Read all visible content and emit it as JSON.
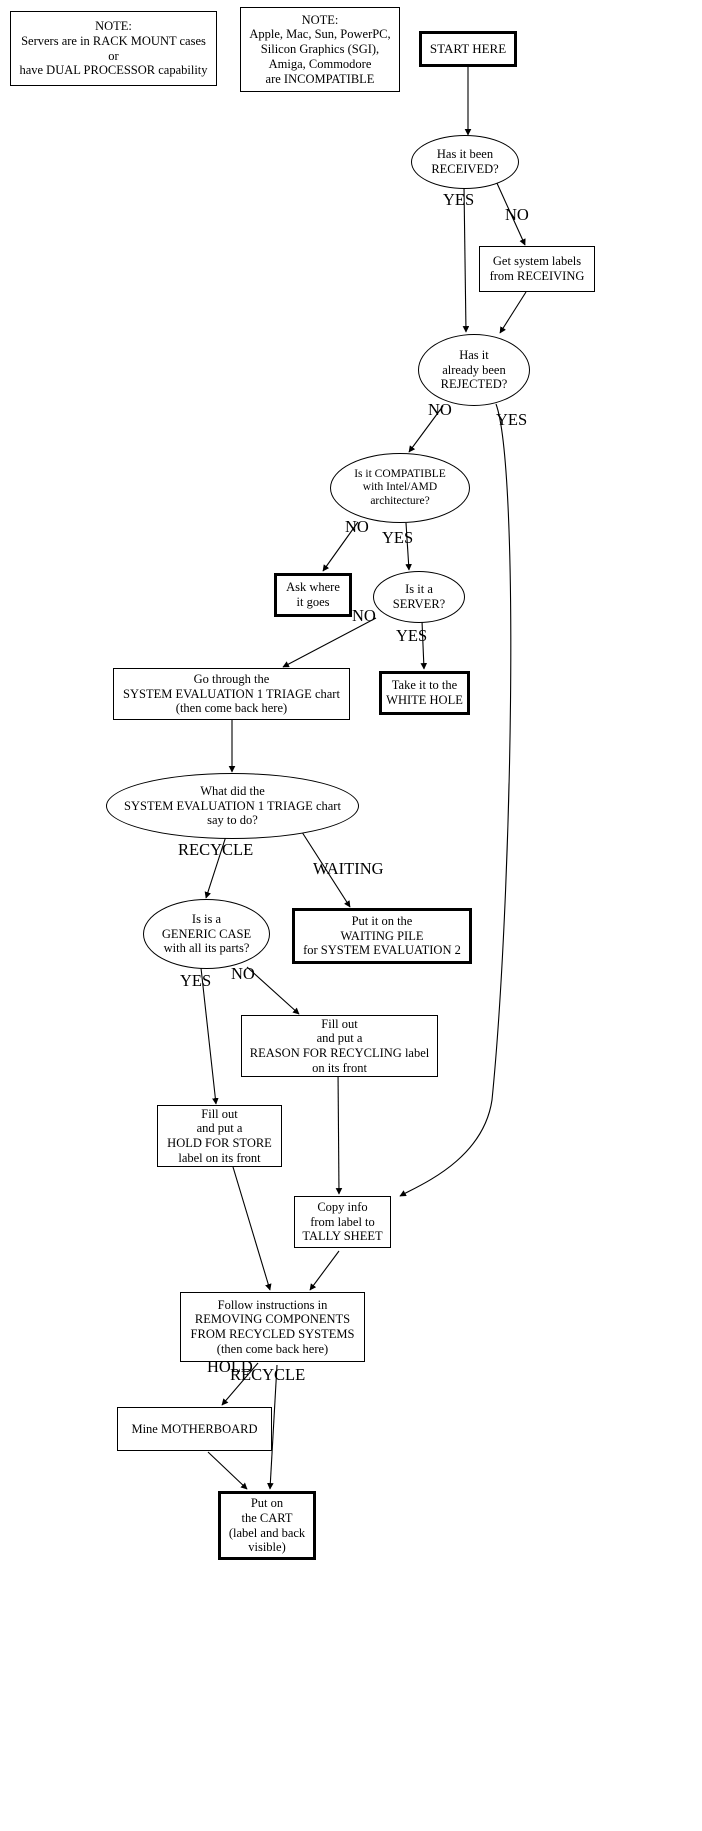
{
  "diagram": {
    "title": "System Evaluation 1 Triage Flowchart",
    "background_color": "#ffffff",
    "line_color": "#000000",
    "text_color": "#000000"
  },
  "notes": [
    {
      "id": "note-rack-mount",
      "text": "NOTE:\nServers are in RACK MOUNT cases\nor\nhave DUAL PROCESSOR capability"
    },
    {
      "id": "note-incompatible",
      "text": "NOTE:\nApple, Mac, Sun, PowerPC,\nSilicon Graphics (SGI),\nAmiga, Commodore\nare INCOMPATIBLE"
    }
  ],
  "nodes": {
    "start_here": "START HERE",
    "has_been_received": "Has it been\nRECEIVED?",
    "get_system_labels": "Get system labels\nfrom RECEIVING",
    "already_rejected": "Has it\nalready been\nREJECTED?",
    "is_compatible": "Is it COMPATIBLE\nwith Intel/AMD\narchitecture?",
    "ask_where_it_goes": "Ask where\nit goes",
    "is_it_a_server": "Is it a\nSERVER?",
    "take_to_white_hole": "Take it to the\nWHITE HOLE",
    "go_through_triage": "Go through the\nSYSTEM EVALUATION 1 TRIAGE chart\n(then come back here)",
    "what_did_triage_say": "What did the\nSYSTEM EVALUATION 1 TRIAGE chart\nsay to do?",
    "is_generic_case": "Is is a\nGENERIC CASE\nwith all its parts?",
    "waiting_pile": "Put it on the\nWAITING PILE\nfor SYSTEM EVALUATION 2",
    "reason_for_recycling": "Fill out\nand put a\nREASON FOR RECYCLING label\non its front",
    "hold_for_store": "Fill out\nand put a\nHOLD FOR STORE\nlabel on its front",
    "copy_info_tally": "Copy info\nfrom label to\nTALLY SHEET",
    "removing_components": "Follow instructions in\nREMOVING COMPONENTS\nFROM RECYCLED SYSTEMS\n(then come back here)",
    "mine_motherboard": "Mine MOTHERBOARD",
    "put_on_cart": "Put on\nthe CART\n(label and back\nvisible)"
  },
  "edge_labels": {
    "received_yes": "YES",
    "received_no": "NO",
    "rejected_no": "NO",
    "rejected_yes": "YES",
    "compatible_no": "NO",
    "compatible_yes": "YES",
    "server_no": "NO",
    "server_yes": "YES",
    "triage_recycle": "RECYCLE",
    "triage_waiting": "WAITING",
    "generic_yes": "YES",
    "generic_no": "NO",
    "removing_hold": "HOLD",
    "removing_recycle": "RECYCLE"
  }
}
